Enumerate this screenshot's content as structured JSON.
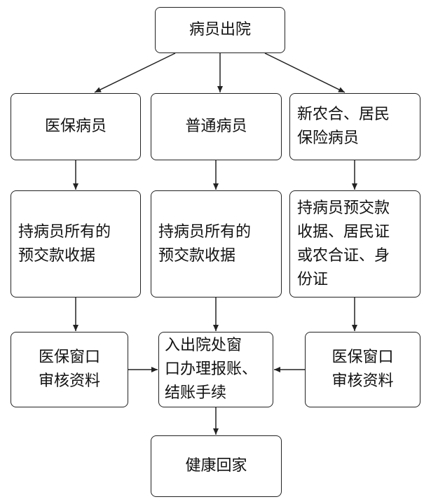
{
  "nodes": {
    "discharge": "病员出院",
    "insured": "医保病员",
    "ordinary": "普通病员",
    "rural": "新农合、居民\n保险病员",
    "receipt_insured": "持病员所有的\n预交款收据",
    "receipt_ordinary": "持病员所有的\n预交款收据",
    "receipt_rural": "持病员预交款\n收据、居民证\n或农合证、身\n份证",
    "review_left": "医保窗口\n审核资料",
    "settle": "入出院处窗\n口办理报账、\n结账手续",
    "review_right": "医保窗口\n审核资料",
    "home": "健康回家"
  },
  "edges": [
    {
      "from": "discharge",
      "to": "insured"
    },
    {
      "from": "discharge",
      "to": "ordinary"
    },
    {
      "from": "discharge",
      "to": "rural"
    },
    {
      "from": "insured",
      "to": "receipt_insured"
    },
    {
      "from": "ordinary",
      "to": "receipt_ordinary"
    },
    {
      "from": "rural",
      "to": "receipt_rural"
    },
    {
      "from": "receipt_insured",
      "to": "review_left"
    },
    {
      "from": "receipt_ordinary",
      "to": "settle"
    },
    {
      "from": "receipt_rural",
      "to": "review_right"
    },
    {
      "from": "review_left",
      "to": "settle"
    },
    {
      "from": "review_right",
      "to": "settle"
    },
    {
      "from": "settle",
      "to": "home"
    }
  ]
}
